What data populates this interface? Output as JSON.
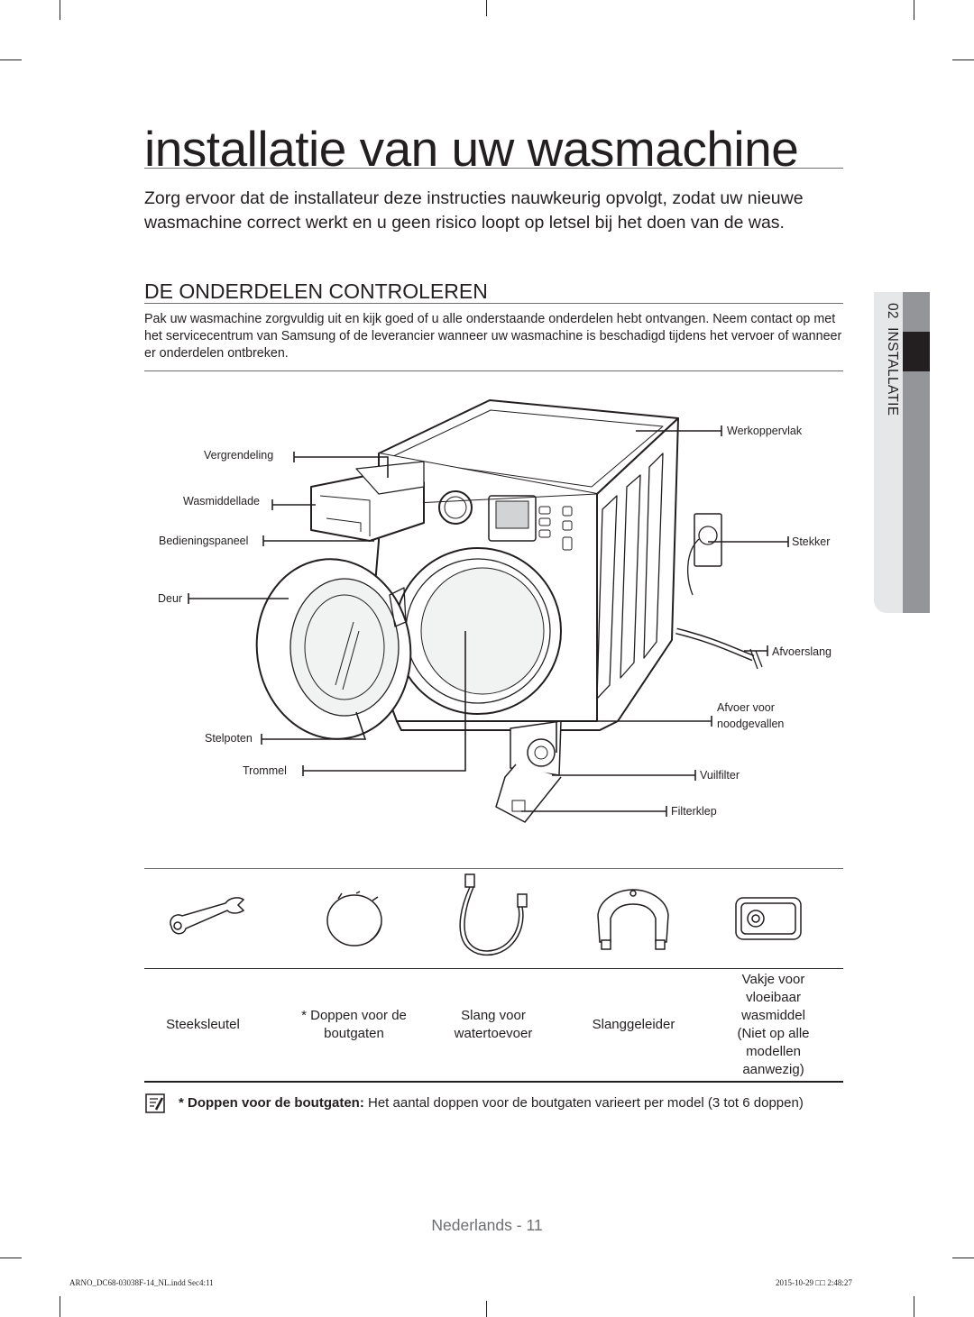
{
  "page": {
    "title": "installatie van uw wasmachine",
    "intro": "Zorg ervoor dat de installateur deze instructies nauwkeurig opvolgt, zodat uw nieuwe wasmachine correct werkt en u geen risico loopt op letsel bij het doen van de was."
  },
  "section": {
    "heading": "DE ONDERDELEN CONTROLEREN",
    "body": "Pak uw wasmachine zorgvuldig uit en kijk goed of u alle onderstaande onderdelen hebt ontvangen. Neem contact op met het servicecentrum van Samsung of de leverancier wanneer uw wasmachine is beschadigd tijdens het vervoer of wanneer er onderdelen ontbreken."
  },
  "diagram": {
    "labels": {
      "vergrendeling": "Vergrendeling",
      "wasmiddellade": "Wasmiddellade",
      "bedieningspaneel": "Bedieningspaneel",
      "deur": "Deur",
      "stelpoten": "Stelpoten",
      "trommel": "Trommel",
      "werkoppervlak": "Werkoppervlak",
      "stekker": "Stekker",
      "afvoerslang": "Afvoerslang",
      "afvoer_line1": "Afvoer voor",
      "afvoer_line2": "noodgevallen",
      "vuilfilter": "Vuilfilter",
      "filterklep": "Filterklep"
    }
  },
  "accessories": [
    {
      "icon": "wrench-icon",
      "lines": [
        "Steeksleutel"
      ]
    },
    {
      "icon": "bolt-cap-icon",
      "lines": [
        "* Doppen voor de",
        "boutgaten"
      ]
    },
    {
      "icon": "water-hose-icon",
      "lines": [
        "Slang voor",
        "watertoevoer"
      ]
    },
    {
      "icon": "hose-guide-icon",
      "lines": [
        "Slanggeleider"
      ]
    },
    {
      "icon": "detergent-compartment-icon",
      "lines": [
        "Vakje voor",
        "vloeibaar",
        "wasmiddel",
        "(Niet op alle",
        "modellen",
        "aanwezig)"
      ]
    }
  ],
  "note": {
    "icon": "note-icon",
    "bold": "* Doppen voor de boutgaten:",
    "text": " Het aantal doppen voor de boutgaten varieert per model (3 tot 6 doppen)"
  },
  "side_tab": {
    "number": "02",
    "label": "INSTALLATIE"
  },
  "footer": {
    "page_label": "Nederlands - 11",
    "slug_left": "ARNO_DC68-03038F-14_NL.indd   Sec4:11",
    "slug_right": "2015-10-29   □□ 2:48:27"
  }
}
